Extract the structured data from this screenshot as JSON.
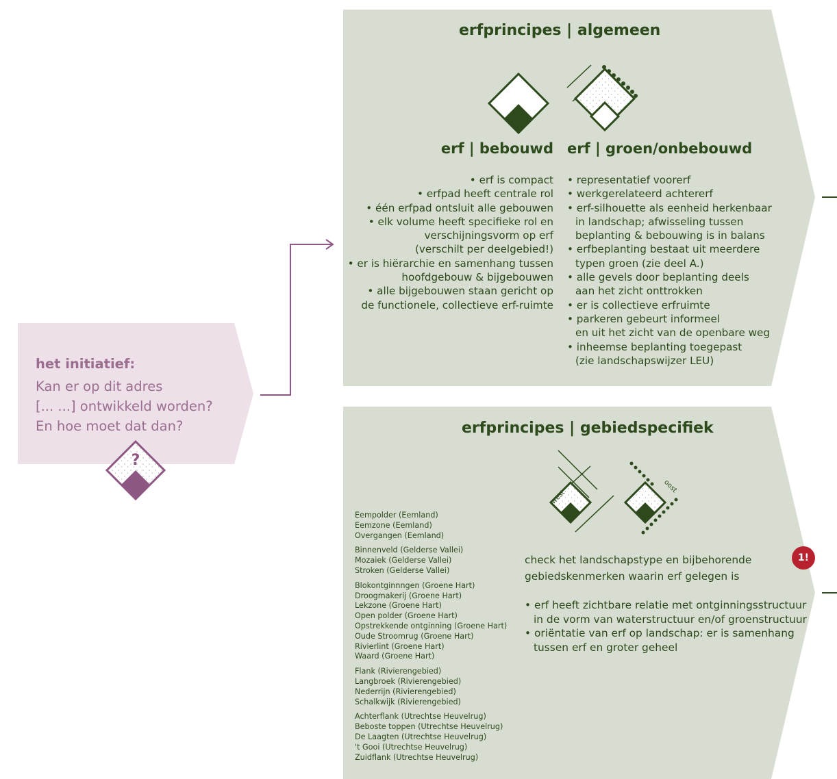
{
  "panel_general": {
    "title": "erfprincipes | algemeen",
    "built": {
      "title": "erf | bebouwd",
      "items": [
        "• erf is compact",
        "• erfpad heeft centrale rol",
        "• één erfpad ontsluit alle gebouwen",
        "• elk volume heeft specifieke rol en",
        "verschijningsvorm op erf",
        "(verschilt per deelgebied!)",
        "• er is hiërarchie en samenhang tussen",
        "hoofdgebouw & bijgebouwen",
        "• alle bijgebouwen staan gericht op",
        "de functionele, collectieve erf-ruimte"
      ]
    },
    "green": {
      "title": "erf | groen/onbebouwd",
      "items": [
        "• representatief voorerf",
        "• werkgerelateerd achtererf",
        "• erf-silhouette als eenheid herkenbaar\nin landschap; afwisseling tussen\nbeplanting & bebouwing is in balans",
        "• erfbeplanting bestaat uit meerdere\ntypen groen (zie deel A.)",
        "• alle gevels door beplanting deels\naan het zicht onttrokken",
        "• er is collectieve erfruimte",
        "• parkeren gebeurt informeel\nen uit het zicht van de openbare weg",
        "• inheemse beplanting toegepast\n(zie landschapswijzer LEU)"
      ]
    }
  },
  "panel_specific": {
    "title": "erfprincipes | gebiedspecifiek",
    "icon_labels": {
      "west": "west",
      "oost": "oost"
    },
    "area_groups": [
      [
        "Eempolder (Eemland)",
        "Eemzone (Eemland)",
        "Overgangen (Eemland)"
      ],
      [
        "Binnenveld (Gelderse Vallei)",
        "Mozaiek (Gelderse Vallei)",
        "Stroken (Gelderse Vallei)"
      ],
      [
        "Blokontginnngen (Groene Hart)",
        "Droogmakerij (Groene Hart)",
        "Lekzone (Groene Hart)",
        "Open polder (Groene Hart)",
        "Opstrekkende ontginning (Groene Hart)",
        "Oude Stroomrug (Groene Hart)",
        "Rivierlint (Groene Hart)",
        "Waard (Groene Hart)"
      ],
      [
        "Flank (Rivierengebied)",
        "Langbroek (Rivierengebied)",
        "Nederrijn (Rivierengebied)",
        "Schalkwijk (Rivierengebied)"
      ],
      [
        "Achterflank (Utrechtse Heuvelrug)",
        "Beboste toppen (Utrechtse Heuvelrug)",
        "De Laagten (Utrechtse Heuvelrug)",
        "'t Gooi (Utrechtse Heuvelrug)",
        "Zuidflank (Utrechtse Heuvelrug)"
      ]
    ],
    "check_lines": [
      "check het landschapstype en bijbehorende",
      "gebiedskenmerken waarin erf gelegen is"
    ],
    "badge": "1!",
    "items": [
      "• erf heeft zichtbare relatie met ontginningsstructuur\nin de vorm van waterstructuur en/of groenstructuur",
      "• oriëntatie van erf op landschap: er is samenhang\ntussen erf en groter geheel"
    ]
  },
  "initiative": {
    "title": "het initiatief:",
    "question": [
      "Kan er op dit adres",
      "[... ...] ontwikkeld worden?",
      "En hoe moet dat dan?"
    ],
    "icon_mark": "?"
  },
  "colors": {
    "panel": "#d7ddd0",
    "text_green": "#2d4a1c",
    "dark_green": "#2e4a1d",
    "initiative_bg": "#ede0e9",
    "initiative_text": "#9b6e8f",
    "accent_purple": "#8e5683",
    "badge_red": "#b8222e"
  }
}
